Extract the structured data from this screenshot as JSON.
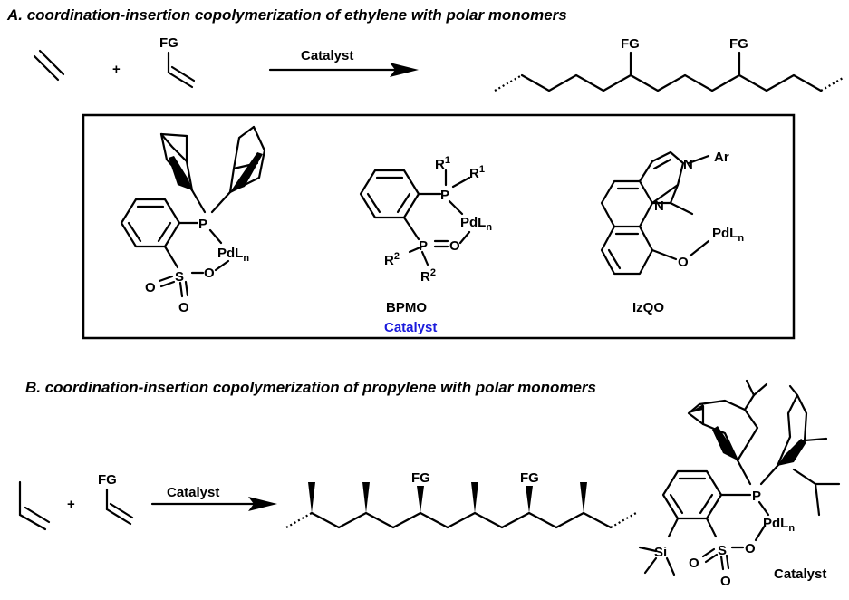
{
  "section_a": {
    "heading": "A.  coordination-insertion copolymerization of ethylene with polar monomers",
    "plus": "+",
    "fg": "FG",
    "arrow_label": "Catalyst",
    "polymer_fg_1": "FG",
    "polymer_fg_2": "FG",
    "box": {
      "left": {
        "p": "P",
        "pd": "PdL",
        "pd_sub": "n",
        "s": "S",
        "o_ring": "O",
        "o_top": "O",
        "o_bottom": "O"
      },
      "middle": {
        "p_top": "P",
        "r1a": "R",
        "r1a_sup": "1",
        "r1b": "R",
        "r1b_sup": "1",
        "pd": "PdL",
        "pd_sub": "n",
        "p_bottom": "P",
        "o": "O",
        "r2a": "R",
        "r2a_sup": "2",
        "r2b": "R",
        "r2b_sup": "2",
        "name": "BPMO",
        "caption": "Catalyst",
        "caption_color": "#1a1adc"
      },
      "right": {
        "n1": "N",
        "ar": "Ar",
        "n2": "N",
        "pd": "PdL",
        "pd_sub": "n",
        "o": "O",
        "name": "IzQO"
      }
    }
  },
  "section_b": {
    "heading": "B.  coordination-insertion copolymerization of  propylene with polar monomers",
    "plus": "+",
    "fg": "FG",
    "arrow_label": "Catalyst",
    "polymer_fg_1": "FG",
    "polymer_fg_2": "FG",
    "catalyst": {
      "p": "P",
      "pd": "PdL",
      "pd_sub": "n",
      "si": "Si",
      "s": "S",
      "o_ring": "O",
      "o_left": "O",
      "o_bottom": "O",
      "caption": "Catalyst"
    }
  }
}
